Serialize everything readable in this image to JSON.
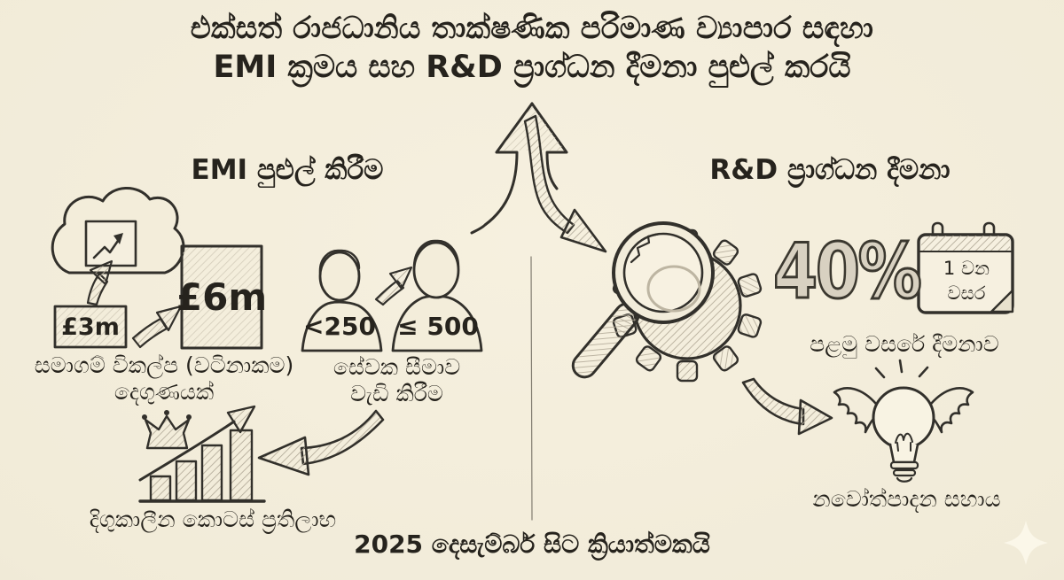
{
  "colors": {
    "paper": "#f1ebd8",
    "ink": "#32302b",
    "hatch": "#b3ab99",
    "accent_gray": "#d8d1c1",
    "muted_line": "#817c70"
  },
  "title": {
    "line1": "එක්සත් රාජධානිය තාක්ෂණික පරිමාණ ව්‍යාපාර සඳහා",
    "line2": "EMI ක්‍රමය සහ R&D ප්‍රාග්ධන දීමනා පුළුල් කරයි"
  },
  "left": {
    "heading": "EMI පුළුල් කිරීම",
    "option_value": {
      "from": "£3m",
      "to": "£6m",
      "caption_line1": "සමාගම් විකල්ප (වටිනාකම)",
      "caption_line2": "දෙගුණයක්"
    },
    "employees": {
      "from": "<250",
      "to": "≤ 500",
      "caption_line1": "සේවක සීමාව",
      "caption_line2": "වැඩි කිරීම"
    },
    "shares_caption": "දිගුකාලීන කොටස් ප්‍රතිලාභ"
  },
  "right": {
    "heading": "R&D ප්‍රාග්ධන දීමනා",
    "allowance": {
      "percent": "40%",
      "calendar_line1": "1 වන",
      "calendar_line2": "වසර",
      "caption": "පළමු වසරේ දීමනාව"
    },
    "innovation_caption": "නවෝත්පාදන සහාය"
  },
  "footer": {
    "effective_text": "2025 දෙසැම්බර් සිට ක්‍රියාත්මකයි"
  },
  "icons": [
    "cloud-growth-icon",
    "trend-chart-icon",
    "curved-up-arrow-icon",
    "money-box-small",
    "money-box-large",
    "up-right-arrow-icon",
    "person-small-icon",
    "person-large-icon",
    "crown-icon",
    "bar-chart-icon",
    "rising-arrow-icon",
    "left-arrow-icon",
    "split-arrow-icon",
    "divider-line",
    "magnifier-gear-icon",
    "calendar-icon",
    "swoosh-arrow-icon",
    "winged-bulb-icon",
    "sparkle-icon"
  ]
}
